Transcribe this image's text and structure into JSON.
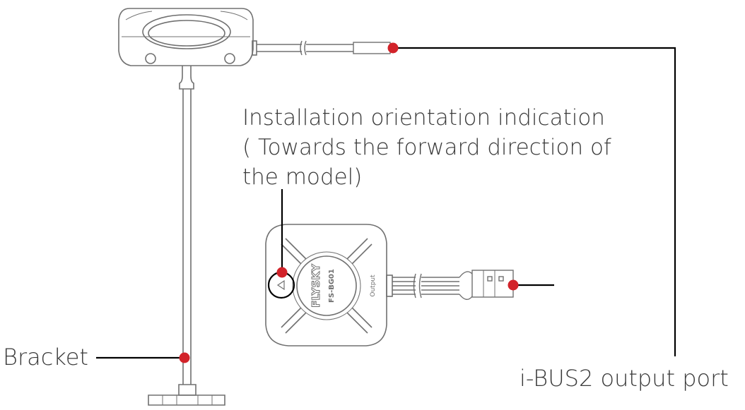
{
  "labels": {
    "orientation_line1": "Installation orientation indication",
    "orientation_line2": "( Towards the forward direction of",
    "orientation_line3": "the model)",
    "bracket": "Bracket",
    "output_port": "i-BUS2 output port"
  },
  "device_markings": {
    "brand": "FLYSKY",
    "model": "FS-BG01",
    "port": "Output"
  },
  "colors": {
    "callout_dot": "#d2232a",
    "line": "#000000",
    "outline": "#707070",
    "text": "#3a3a3a"
  }
}
